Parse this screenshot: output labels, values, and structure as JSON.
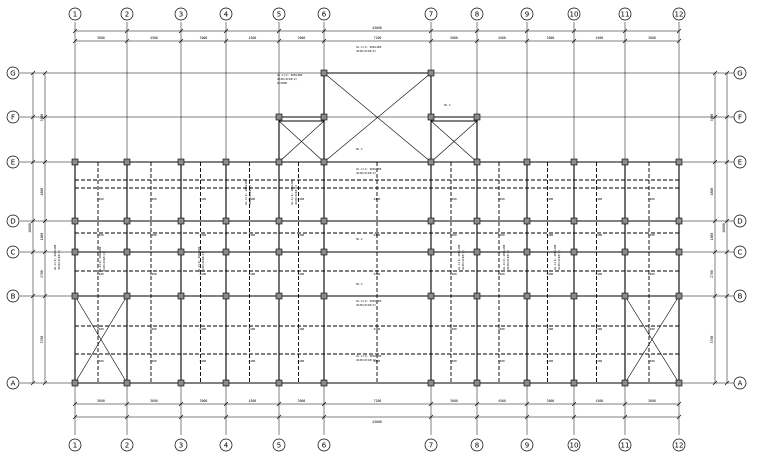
{
  "drawing": {
    "column_axes": [
      "1",
      "2",
      "3",
      "4",
      "5",
      "6",
      "7",
      "8",
      "9",
      "10",
      "11",
      "12"
    ],
    "row_axes": [
      "A",
      "B",
      "C",
      "D",
      "E",
      "F",
      "G"
    ]
  },
  "dimensions": {
    "top_overall": "43000",
    "top_bays": [
      "3600",
      "4500",
      "3000",
      "4500",
      "3000",
      "7200",
      "3000",
      "4500",
      "3000",
      "4500",
      "3600"
    ],
    "bottom_overall": "43000",
    "bottom_bays": [
      "3600",
      "3600",
      "3000",
      "4500",
      "3000",
      "7200",
      "3000",
      "4500",
      "3000",
      "4500",
      "3600"
    ],
    "left_bays": [
      "5700",
      "2700",
      "1800",
      "4800",
      "3000"
    ],
    "left_overall": "18000",
    "right_bays": [
      "5700",
      "2700",
      "1800",
      "4800",
      "3000"
    ],
    "right_overall": "18000"
  },
  "beam_labels": [
    "2400",
    "2400",
    "2400",
    "2400",
    "2400",
    "2400",
    "2400",
    "2400",
    "2400",
    "2400",
    "2400"
  ],
  "notes": {
    "slab": "XL-1(1) 200x400",
    "slab_reinf": "4C20/2C18(2)",
    "hole_mark": "HL-1",
    "tower_label": "h=2600"
  },
  "colors": {
    "line": "#000000",
    "background": "#ffffff",
    "column_fill": "#8a8a8a"
  }
}
